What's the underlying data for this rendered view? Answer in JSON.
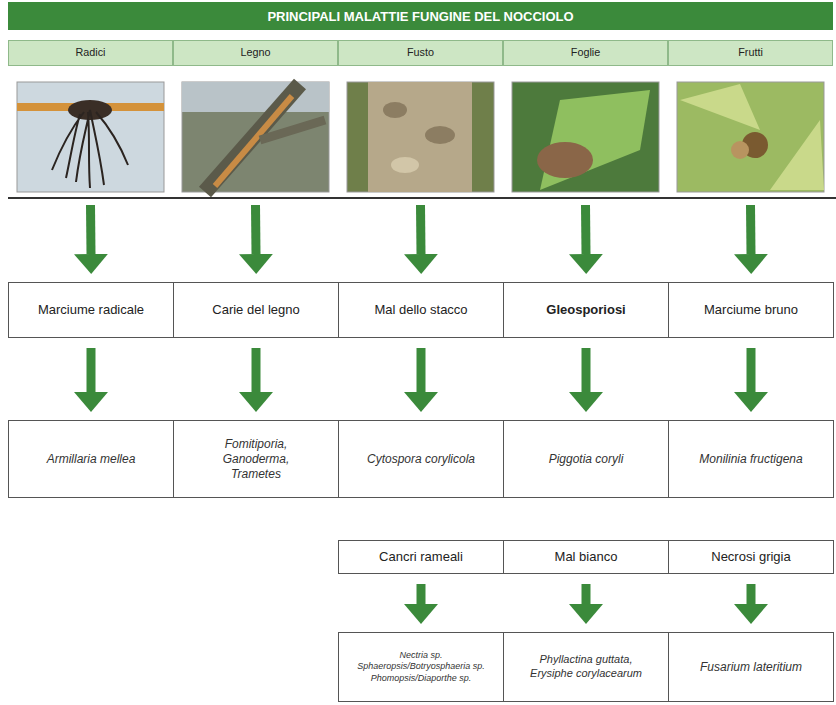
{
  "diagram": {
    "title": "PRINCIPALI MALATTIE FUNGINE DEL NOCCIOLO",
    "nodes": [
      {
        "text": [
          "Radici"
        ]
      },
      {
        "text": [
          "Legno"
        ]
      },
      {
        "text": [
          "Fusto"
        ]
      },
      {
        "text": [
          "Foglie"
        ]
      },
      {
        "text": [
          "Frutti"
        ]
      },
      {
        "text": [
          "Marciume radicale"
        ]
      },
      {
        "text": [
          "Carie del legno"
        ]
      },
      {
        "text": [
          "Mal dello stacco"
        ]
      },
      {
        "text": [
          "Gleosporiosi"
        ]
      },
      {
        "text": [
          "Marciume bruno"
        ]
      },
      {
        "text": [
          "Armillaria mellea"
        ]
      },
      {
        "text": [
          "Fomitiporia, Ganoderma, Trametes"
        ]
      },
      {
        "text": [
          "Cytospora corylicola"
        ]
      },
      {
        "text": [
          "Piggotia coryli"
        ]
      },
      {
        "text": [
          "Monilinia fructigena"
        ]
      },
      {
        "text": [
          "Cancri rameali"
        ]
      },
      {
        "text": [
          "Mal bianco"
        ]
      },
      {
        "text": [
          "Necrosi grigia"
        ]
      },
      {
        "text": [
          "Nectria sp.",
          "Sphaeropsis/Botryosphaeria sp.",
          "Phomopsis/Diaporthe sp."
        ]
      },
      {
        "text": [
          "Phyllactina guttata, Erysiphe corylacearum"
        ]
      },
      {
        "text": [
          "Fusarium lateritium"
        ]
      }
    ],
    "edges": [
      {
        "from": 0,
        "to": 5,
        "arrow": "to"
      },
      {
        "from": 1,
        "to": 6,
        "arrow": "to"
      },
      {
        "from": 2,
        "to": 7,
        "arrow": "to"
      },
      {
        "from": 3,
        "to": 8,
        "arrow": "to"
      },
      {
        "from": 4,
        "to": 9,
        "arrow": "to"
      },
      {
        "from": 5,
        "to": 10,
        "arrow": "to"
      },
      {
        "from": 6,
        "to": 11,
        "arrow": "to"
      },
      {
        "from": 7,
        "to": 12,
        "arrow": "to"
      },
      {
        "from": 8,
        "to": 13,
        "arrow": "to"
      },
      {
        "from": 9,
        "to": 14,
        "arrow": "to"
      },
      {
        "from": 15,
        "to": 18,
        "arrow": "to"
      },
      {
        "from": 16,
        "to": 19,
        "arrow": "to"
      },
      {
        "from": 17,
        "to": 20,
        "arrow": "to"
      }
    ]
  }
}
